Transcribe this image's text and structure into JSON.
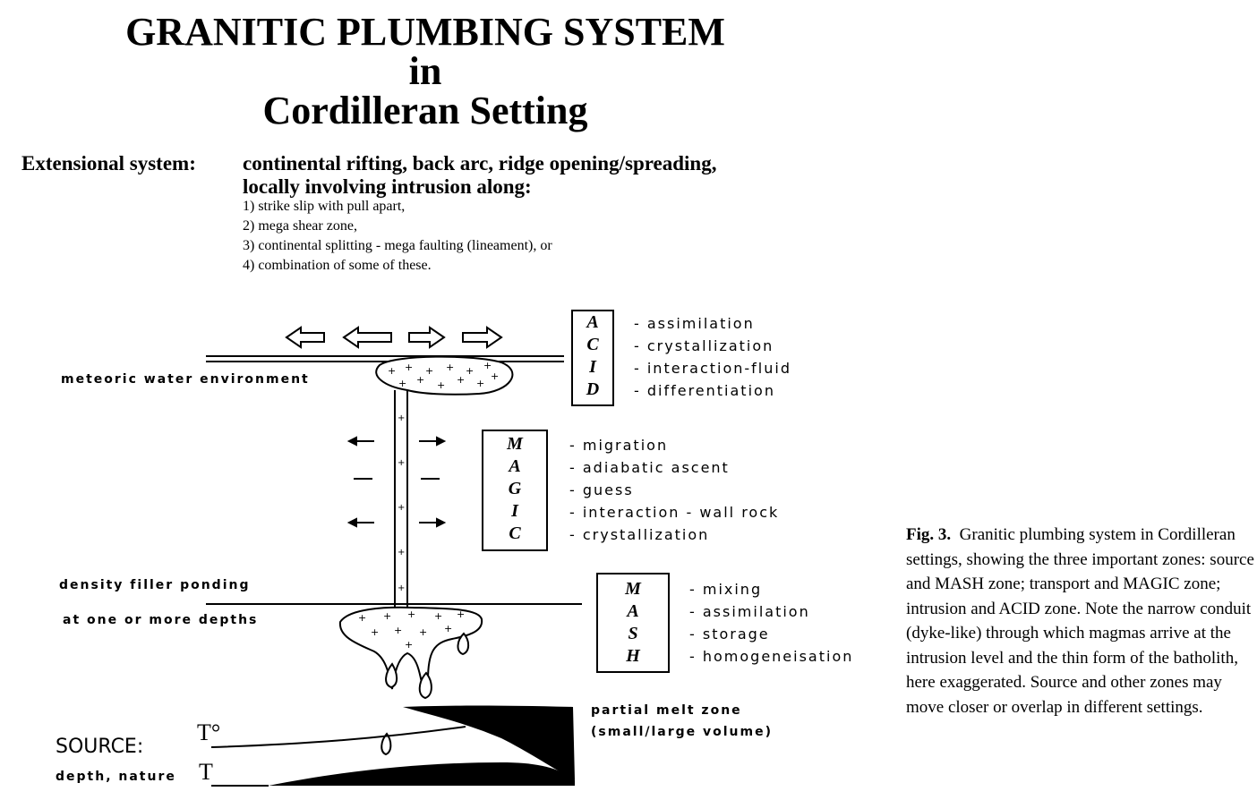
{
  "title": {
    "line1": "GRANITIC  PLUMBING  SYSTEM",
    "line2": "in",
    "line3": "Cordilleran  Setting"
  },
  "extensional": {
    "label": "Extensional system:",
    "text1": "continental  rifting,  back  arc,  ridge  opening/spreading,",
    "text2": "locally  involving  intrusion  along:",
    "items": [
      "1) strike slip with pull apart,",
      "2) mega shear zone,",
      "3) continental splitting - mega faulting (lineament), or",
      "4) combination of some of these."
    ]
  },
  "labels": {
    "meteoric": "meteoric water environment",
    "density": "density filler ponding",
    "depths": "at one or more depths",
    "partial1": "partial melt zone",
    "partial2": "(small/large volume)",
    "source": "SOURCE:",
    "source_sub": "depth, nature",
    "t_top": "T°",
    "t_bottom": "T"
  },
  "acid": {
    "rows": [
      {
        "letter": "A",
        "desc": "- assimilation"
      },
      {
        "letter": "C",
        "desc": "- crystallization"
      },
      {
        "letter": "I",
        "desc": "- interaction-fluid"
      },
      {
        "letter": "D",
        "desc": "- differentiation"
      }
    ]
  },
  "magic": {
    "rows": [
      {
        "letter": "M",
        "desc": "- migration"
      },
      {
        "letter": "A",
        "desc": "- adiabatic ascent"
      },
      {
        "letter": "G",
        "desc": "- guess"
      },
      {
        "letter": "I",
        "desc": "- interaction - wall rock"
      },
      {
        "letter": "C",
        "desc": "- crystallization"
      }
    ]
  },
  "mash": {
    "rows": [
      {
        "letter": "M",
        "desc": "- mixing"
      },
      {
        "letter": "A",
        "desc": "- assimilation"
      },
      {
        "letter": "S",
        "desc": "- storage"
      },
      {
        "letter": "H",
        "desc": "- homogeneisation"
      }
    ]
  },
  "caption": {
    "fig": "Fig. 3.",
    "text": "Granitic plumbing system in Cordilleran settings, showing the three important zones: source and MASH zone; transport and MAGIC zone; intrusion and ACID zone. Note the narrow conduit (dyke-like) through which magmas arrive at the intrusion level and the thin form of the batholith, here exaggerated. Source and other zones may move closer or overlap in different settings."
  },
  "colors": {
    "ink": "#000000",
    "paper": "#ffffff"
  }
}
